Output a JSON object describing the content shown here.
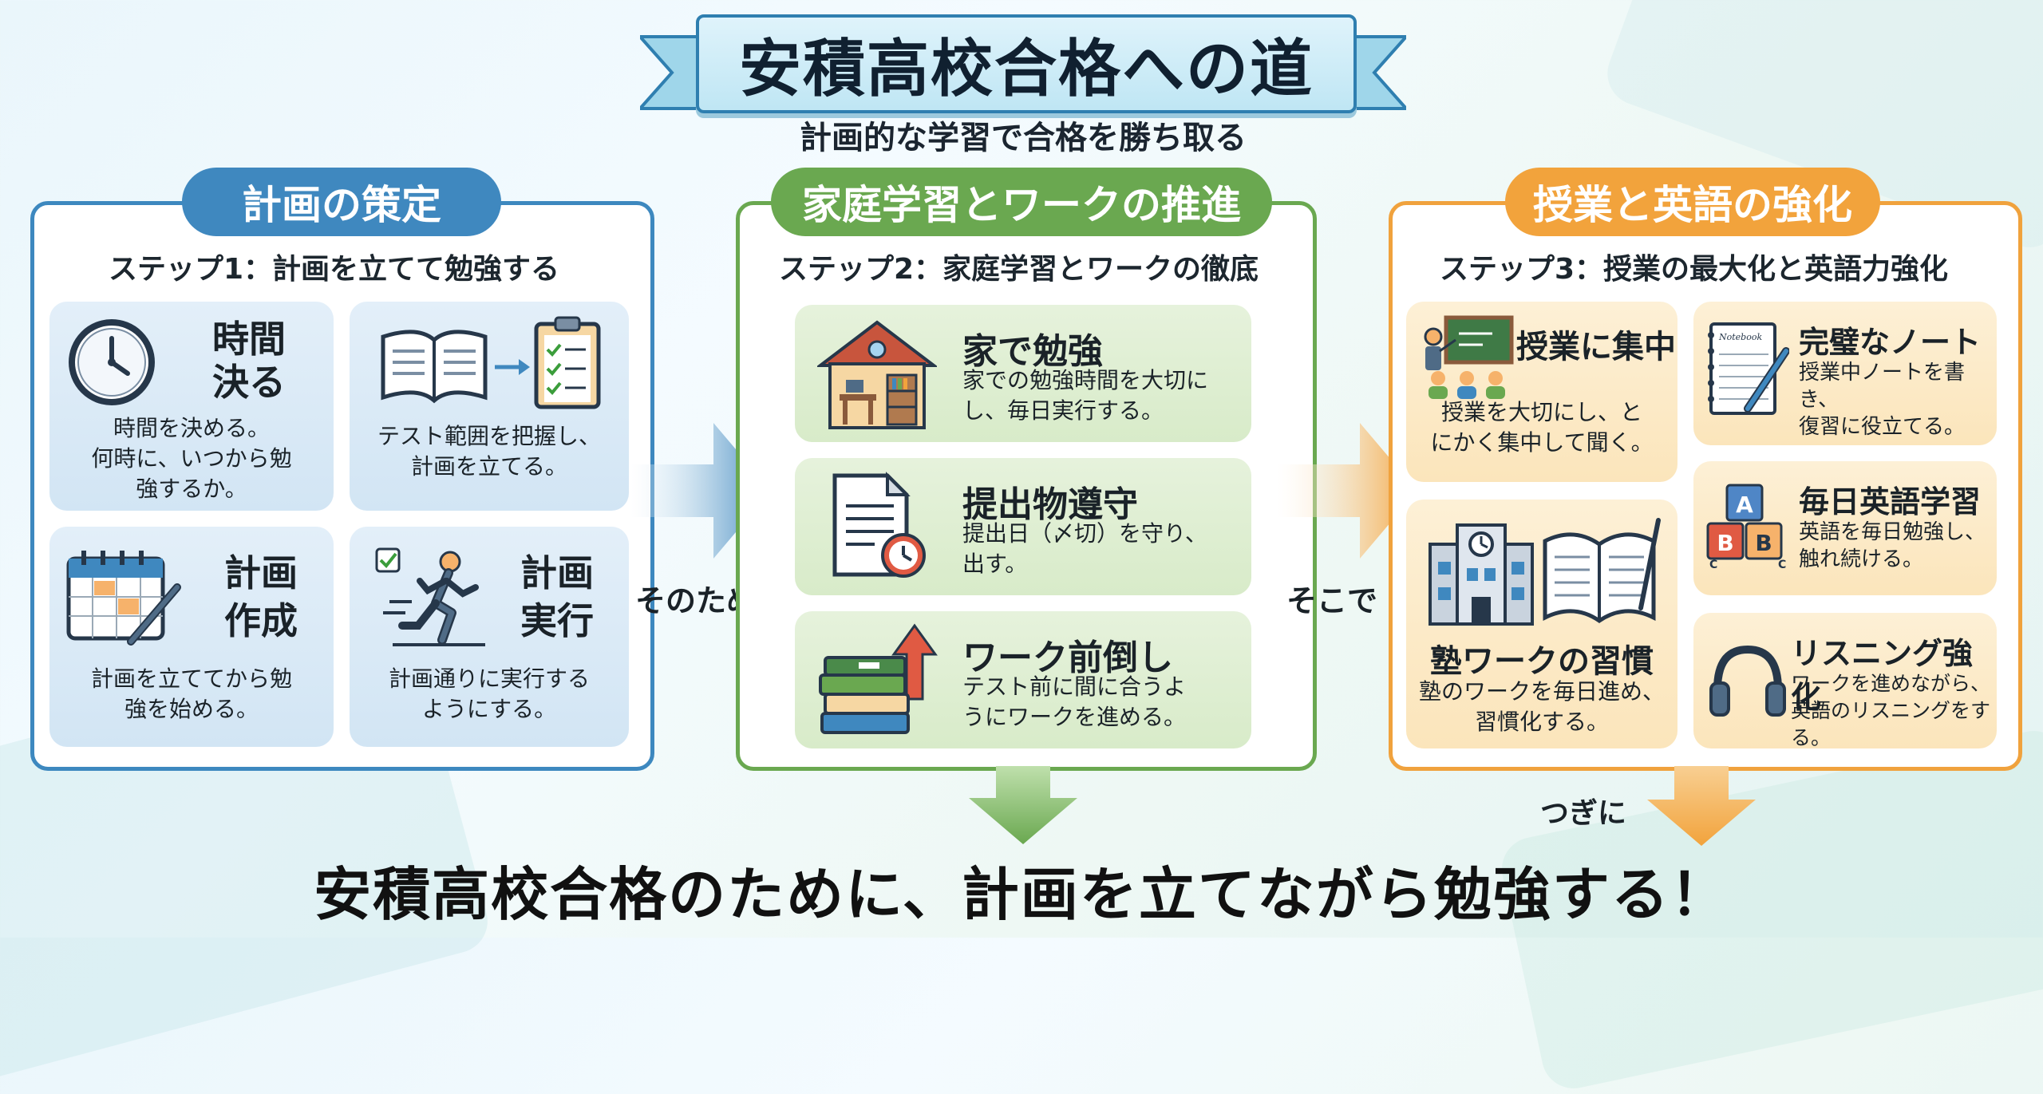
{
  "header": {
    "title": "安積高校合格への道",
    "subtitle": "計画的な学習で合格を勝ち取る"
  },
  "colors": {
    "blue": "#3f88bf",
    "green": "#6aa850",
    "orange": "#f2a33c"
  },
  "sections": [
    {
      "label": "計画の策定",
      "step": "ステップ1：計画を立てて勉強する",
      "cards": [
        {
          "title": "時間\n決る",
          "desc": "時間を決める。\n何時に、いつから勉\n強するか。",
          "icon": "clock-icon"
        },
        {
          "title": "",
          "desc": "テスト範囲を把握し、\n計画を立てる。",
          "icon": "book-to-checklist-icon"
        },
        {
          "title": "計画\n作成",
          "desc": "計画を立ててから勉\n強を始める。",
          "icon": "calendar-pen-icon"
        },
        {
          "title": "計画\n実行",
          "desc": "計画通りに実行する\nようにする。",
          "icon": "running-person-icon"
        }
      ]
    },
    {
      "label": "家庭学習とワークの推進",
      "step": "ステップ2：家庭学習とワークの徹底",
      "cards": [
        {
          "title": "家で勉強",
          "desc": "家での勉強時間を大切に\nし、毎日実行する。",
          "icon": "house-desk-icon"
        },
        {
          "title": "提出物遵守",
          "desc": "提出日（〆切）を守り、\n出す。",
          "icon": "document-clock-icon"
        },
        {
          "title": "ワーク前倒し",
          "desc": "テスト前に間に合うよ\nうにワークを進める。",
          "icon": "books-arrow-up-icon"
        }
      ]
    },
    {
      "label": "授業と英語の強化",
      "step": "ステップ3：授業の最大化と英語力強化",
      "cards": [
        {
          "title": "授業に集中",
          "desc": "授業を大切にし、と\nにかく集中して聞く。",
          "icon": "classroom-icon"
        },
        {
          "title": "完璧なノート",
          "desc": "授業中ノートを書き、\n復習に役立てる。",
          "icon": "notebook-pen-icon",
          "notebook_text": "Notebook"
        },
        {
          "title": "塾ワークの習慣",
          "desc": "塾のワークを毎日進め、\n習慣化する。",
          "icon": "school-book-icon"
        },
        {
          "title": "毎日英語学習",
          "desc": "英語を毎日勉強し、\n触れ続ける。",
          "icon": "abc-blocks-icon",
          "blocks": [
            "A",
            "B",
            "B",
            "C",
            "C"
          ]
        },
        {
          "title": "リスニング強化",
          "desc": "ワークを進めながら、\n英語のリスニングをする。",
          "icon": "headphones-icon"
        }
      ]
    }
  ],
  "connectors": {
    "first": "そのために",
    "second": "そこで",
    "third": "つぎに"
  },
  "footer": "安積高校合格のために、計画を立てながら勉強する！"
}
